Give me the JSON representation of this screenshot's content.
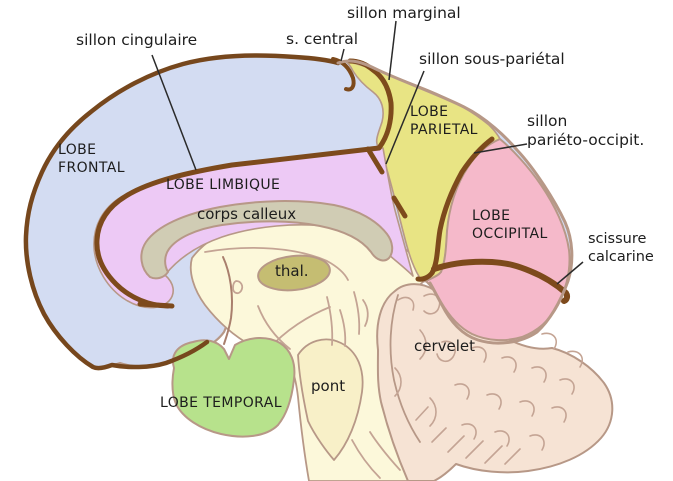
{
  "labels": {
    "sillon_marginal": "sillon marginal",
    "sillon_cingulaire": "sillon cingulaire",
    "s_central": "s. central",
    "sillon_sous_parietal": "sillon sous-pariétal",
    "lobe_parietal_1": "LOBE",
    "lobe_parietal_2": "PARIETAL",
    "parieto_occipit_1": "sillon",
    "parieto_occipit_2": "pariéto-occipit.",
    "lobe_frontal_1": "LOBE",
    "lobe_frontal_2": "FRONTAL",
    "lobe_limbique": "LOBE LIMBIQUE",
    "corps_calleux": "corps calleux",
    "lobe_occipital_1": "LOBE",
    "lobe_occipital_2": "OCCIPITAL",
    "scissure_calcarine_1": "scissure",
    "scissure_calcarine_2": "calcarine",
    "thal": "thal.",
    "cervelet": "cervelet",
    "pont": "pont",
    "lobe_temporal": "LOBE TEMPORAL"
  },
  "regions": [
    {
      "name": "lobe frontal",
      "color": "#d3dcf2"
    },
    {
      "name": "lobe parietal",
      "color": "#e8e484"
    },
    {
      "name": "lobe limbique",
      "color": "#edc9f5"
    },
    {
      "name": "lobe occipital",
      "color": "#f5b9ca"
    },
    {
      "name": "lobe temporal",
      "color": "#b7e28c"
    },
    {
      "name": "corps calleux",
      "color": "#d0ccb4"
    },
    {
      "name": "thalamus",
      "color": "#c5bd72"
    },
    {
      "name": "pont",
      "color": "#f8f0c8"
    },
    {
      "name": "cervelet",
      "color": "#f6e3d4"
    }
  ],
  "sulci": [
    "sillon marginal",
    "sillon cingulaire",
    "s. central",
    "sillon sous-pariétal",
    "sillon pariéto-occipit.",
    "scissure calcarine"
  ],
  "colors": {
    "frontal": "#d3dcf2",
    "parietal": "#e8e484",
    "limbique": "#edc9f5",
    "occipital": "#f5b9ca",
    "temporal": "#b7e28c",
    "corps_calleux": "#d0ccb4",
    "thalamus": "#c5bd72",
    "inner_cream": "#fcf8da",
    "pons_cream": "#f8f0c8",
    "cervelet": "#f6e3d4",
    "outline_light": "#b79887",
    "detail_line": "#c4a494",
    "fornix_line": "#a97f6d",
    "sulcus_brown": "#7d4a1c",
    "outer_brown": "#76471d",
    "leader_line": "#2b2b2b",
    "text": "#1d1d1d",
    "background": "#ffffff"
  }
}
